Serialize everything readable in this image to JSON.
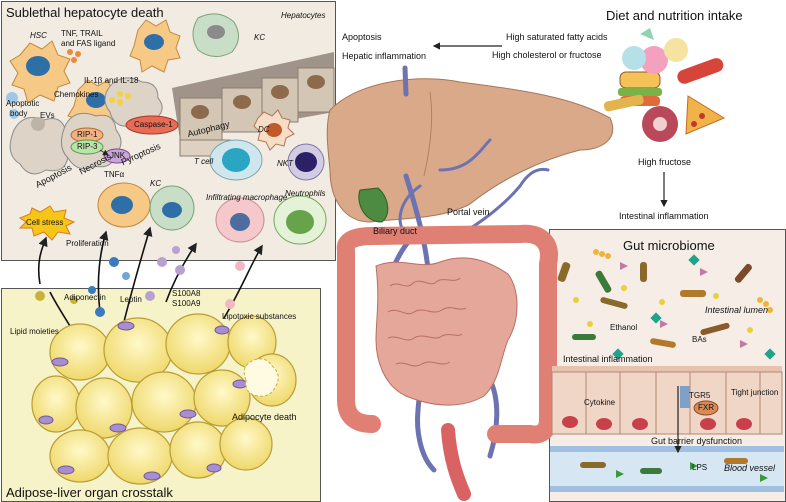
{
  "panels": {
    "sublethal_title": "Sublethal hepatocyte death",
    "adipose_title": "Adipose-liver organ crosstalk",
    "diet_title": "Diet and nutrition intake",
    "gut_title": "Gut microbiome"
  },
  "sublethal": {
    "hsc": "HSC",
    "tnf_line1": "TNF, TRAIL",
    "tnf_line2": "and FAS ligand",
    "hepatocytes": "Hepatocytes",
    "kc_top": "KC",
    "apoptotic_body_line1": "Apoptotic",
    "apoptotic_body_line2": "body",
    "evs": "EVs",
    "chemokines": "Chemokines",
    "il": "IL-1β and IL-18",
    "rip1": "RIP-1",
    "rip3": "RIP-3",
    "jnk": "JNK",
    "caspase": "Caspase-1",
    "apoptosis": "Apoptosis",
    "necrosis": "Necrosis",
    "pyroptosis": "Pyroptosis",
    "autophagy": "Autophagy",
    "dc": "DC",
    "tcell": "T cell",
    "nkt": "NKT",
    "kc_bottom": "KC",
    "tnfa": "TNFα",
    "infiltrating": "Infiltrating macrophage",
    "neutrophils": "Neutrophils",
    "cell_stress": "Cell stress",
    "proliferation": "Proliferation"
  },
  "adipose": {
    "adiponectin": "Adiponectin",
    "leptin": "Leptin",
    "s100a8": "S100A8",
    "s100a9": "S100A9",
    "lipotoxic": "Lipotoxic substances",
    "lipid_moieties": "Lipid moieties",
    "adipocyte_death": "Adipocyte death"
  },
  "liver": {
    "apoptosis": "Apoptosis",
    "hepatic_inflammation": "Hepatic inflammation",
    "biliary_duct": "Biliary duct",
    "portal_vein": "Portal vein"
  },
  "diet": {
    "high_fat": "High saturated fatty acids",
    "high_chol": "High cholesterol or fructose",
    "high_fructose": "High fructose",
    "intestinal_inflammation": "Intestinal inflammation"
  },
  "gut": {
    "intestinal_lumen": "Intestinal lumen",
    "ethanol": "Ethanol",
    "bas": "BAs",
    "intestinal_inflammation": "Intestinal inflammation",
    "cytokine": "Cytokine",
    "tgr5": "TGR5",
    "tight_junction": "Tight junction",
    "fxr": "FXR",
    "barrier": "Gut barrier dysfunction",
    "lps": "LPS",
    "blood_vessel": "Blood vessel"
  },
  "colors": {
    "panel_beige": "#f1ebe2",
    "adipose_yellow": "#f7f3c8",
    "gut_bg": "#f6eee6",
    "liver": "#d9a98a",
    "vessel": "#6d73b0",
    "intestine": "#e07f73",
    "cell_stress": "#f5c518"
  }
}
